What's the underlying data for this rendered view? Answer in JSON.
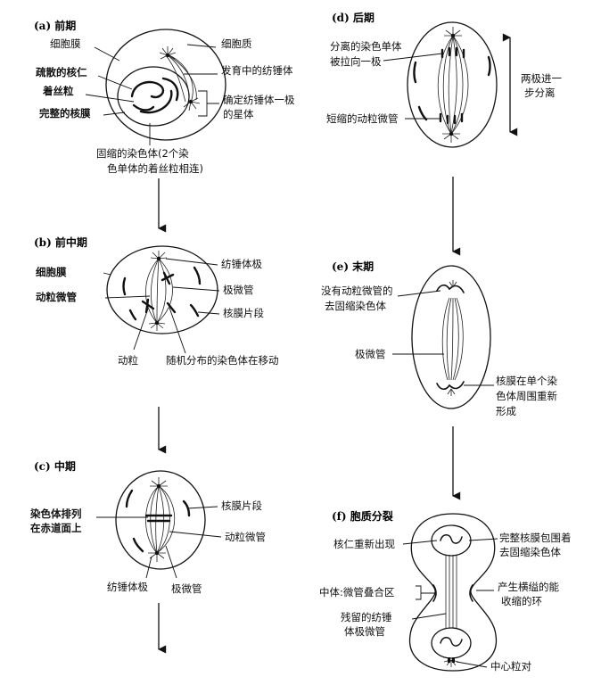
{
  "panels": {
    "a": {
      "title": "(a) 前期",
      "labels": {
        "cell_membrane": "细胞膜",
        "cytoplasm": "细胞质",
        "nucleolus": "疏散的核仁",
        "spindle": "发育中的纺锤体",
        "centromere": "着丝粒",
        "aster": "确定纺锤体一极",
        "aster2": "的星体",
        "nuclear_envelope": "完整的核膜",
        "chromosome1": "固缩的染色体(2个染",
        "chromosome2": "色单体的着丝粒相连)"
      }
    },
    "b": {
      "title": "(b) 前中期",
      "labels": {
        "cell_membrane": "细胞膜",
        "spindle_pole": "纺锤体极",
        "kinetochore_mt": "动粒微管",
        "polar_mt": "极微管",
        "envelope_fragments": "核膜片段",
        "kinetochore": "动粒",
        "random_chromosomes": "随机分布的染色体在移动"
      }
    },
    "c": {
      "title": "(c) 中期",
      "labels": {
        "envelope_fragments": "核膜片段",
        "align1": "染色体排列",
        "align2": "在赤道面上",
        "kinetochore_mt": "动粒微管",
        "spindle_pole": "纺锤体极",
        "polar_mt": "极微管"
      }
    },
    "d": {
      "title": "(d) 后期",
      "labels": {
        "sep1": "分离的染色单体",
        "sep2": "被拉向一极",
        "short_mt": "短缩的动粒微管",
        "poles1": "两极进一",
        "poles2": "步分离"
      }
    },
    "e": {
      "title": "(e) 末期",
      "labels": {
        "decond1": "没有动粒微管的",
        "decond2": "去固缩染色体",
        "polar_mt": "极微管",
        "reform1": "核膜在单个染",
        "reform2": "色体周围重新",
        "reform3": "形成"
      }
    },
    "f": {
      "title": "(f) 胞质分裂",
      "labels": {
        "nucleolus": "核仁重新出现",
        "complete1": "完整核膜包围着",
        "complete2": "去固缩染色体",
        "midbody": "中体:微管叠合区",
        "ring1": "产生横缢的能",
        "ring2": "收缩的环",
        "residual1": "残留的纺锤",
        "residual2": "体极微管",
        "centrioles": "中心粒对"
      }
    }
  }
}
